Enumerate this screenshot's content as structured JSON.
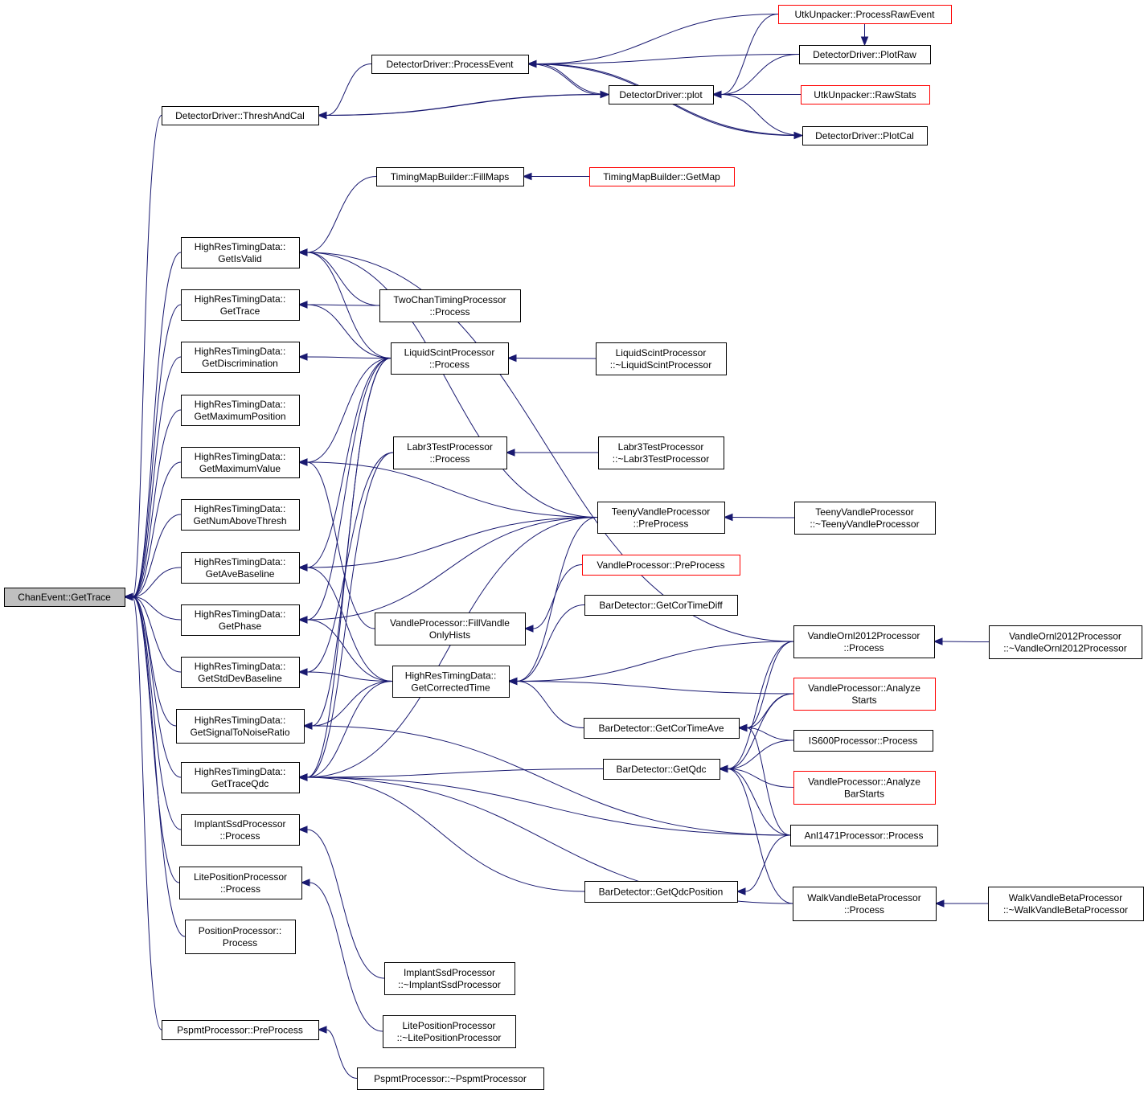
{
  "colors": {
    "edge": "#191970",
    "node_border": "#000000",
    "node_border_truncated": "#ff0000",
    "root_fill": "#bfbfbf",
    "node_fill": "#ffffff"
  },
  "nodes": [
    {
      "id": "root",
      "lines": [
        "ChanEvent::GetTrace"
      ],
      "style": "root"
    },
    {
      "id": "tac",
      "lines": [
        "DetectorDriver::ThreshAndCal"
      ],
      "style": "normal"
    },
    {
      "id": "pe",
      "lines": [
        "DetectorDriver::ProcessEvent"
      ],
      "style": "normal"
    },
    {
      "id": "plot",
      "lines": [
        "DetectorDriver::plot"
      ],
      "style": "normal"
    },
    {
      "id": "plotraw",
      "lines": [
        "DetectorDriver::PlotRaw"
      ],
      "style": "normal"
    },
    {
      "id": "plotcal",
      "lines": [
        "DetectorDriver::PlotCal"
      ],
      "style": "normal"
    },
    {
      "id": "utkpre",
      "lines": [
        "UtkUnpacker::ProcessRawEvent"
      ],
      "style": "truncated"
    },
    {
      "id": "utkrs",
      "lines": [
        "UtkUnpacker::RawStats"
      ],
      "style": "truncated"
    },
    {
      "id": "tmfill",
      "lines": [
        "TimingMapBuilder::FillMaps"
      ],
      "style": "normal"
    },
    {
      "id": "tmget",
      "lines": [
        "TimingMapBuilder::GetMap"
      ],
      "style": "truncated"
    },
    {
      "id": "hvalid",
      "lines": [
        "HighResTimingData::",
        "GetIsValid"
      ],
      "style": "normal"
    },
    {
      "id": "htrace",
      "lines": [
        "HighResTimingData::",
        "GetTrace"
      ],
      "style": "normal"
    },
    {
      "id": "hdisc",
      "lines": [
        "HighResTimingData::",
        "GetDiscrimination"
      ],
      "style": "normal"
    },
    {
      "id": "hmaxpos",
      "lines": [
        "HighResTimingData::",
        "GetMaximumPosition"
      ],
      "style": "normal"
    },
    {
      "id": "hmaxval",
      "lines": [
        "HighResTimingData::",
        "GetMaximumValue"
      ],
      "style": "normal"
    },
    {
      "id": "hnum",
      "lines": [
        "HighResTimingData::",
        "GetNumAboveThresh"
      ],
      "style": "normal"
    },
    {
      "id": "havebase",
      "lines": [
        "HighResTimingData::",
        "GetAveBaseline"
      ],
      "style": "normal"
    },
    {
      "id": "hphase",
      "lines": [
        "HighResTimingData::",
        "GetPhase"
      ],
      "style": "normal"
    },
    {
      "id": "hstd",
      "lines": [
        "HighResTimingData::",
        "GetStdDevBaseline"
      ],
      "style": "normal"
    },
    {
      "id": "hsnr",
      "lines": [
        "HighResTimingData::",
        "GetSignalToNoiseRatio"
      ],
      "style": "normal"
    },
    {
      "id": "hqdc",
      "lines": [
        "HighResTimingData::",
        "GetTraceQdc"
      ],
      "style": "normal"
    },
    {
      "id": "impl",
      "lines": [
        "ImplantSsdProcessor",
        "::Process"
      ],
      "style": "normal"
    },
    {
      "id": "lite",
      "lines": [
        "LitePositionProcessor",
        "::Process"
      ],
      "style": "normal"
    },
    {
      "id": "pos",
      "lines": [
        "PositionProcessor::",
        "Process"
      ],
      "style": "normal"
    },
    {
      "id": "pspmt",
      "lines": [
        "PspmtProcessor::PreProcess"
      ],
      "style": "normal"
    },
    {
      "id": "pspmtd",
      "lines": [
        "PspmtProcessor::~PspmtProcessor"
      ],
      "style": "normal"
    },
    {
      "id": "twochan",
      "lines": [
        "TwoChanTimingProcessor",
        "::Process"
      ],
      "style": "normal"
    },
    {
      "id": "liq",
      "lines": [
        "LiquidScintProcessor",
        "::Process"
      ],
      "style": "normal"
    },
    {
      "id": "liqd",
      "lines": [
        "LiquidScintProcessor",
        "::~LiquidScintProcessor"
      ],
      "style": "normal"
    },
    {
      "id": "labr",
      "lines": [
        "Labr3TestProcessor",
        "::Process"
      ],
      "style": "normal"
    },
    {
      "id": "labrd",
      "lines": [
        "Labr3TestProcessor",
        "::~Labr3TestProcessor"
      ],
      "style": "normal"
    },
    {
      "id": "teeny",
      "lines": [
        "TeenyVandleProcessor",
        "::PreProcess"
      ],
      "style": "normal"
    },
    {
      "id": "teenyd",
      "lines": [
        "TeenyVandleProcessor",
        "::~TeenyVandleProcessor"
      ],
      "style": "normal"
    },
    {
      "id": "vpre",
      "lines": [
        "VandleProcessor::PreProcess"
      ],
      "style": "truncated"
    },
    {
      "id": "vfill",
      "lines": [
        "VandleProcessor::FillVandle",
        "OnlyHists"
      ],
      "style": "normal"
    },
    {
      "id": "hcorr",
      "lines": [
        "HighResTimingData::",
        "GetCorrectedTime"
      ],
      "style": "normal"
    },
    {
      "id": "bdiff",
      "lines": [
        "BarDetector::GetCorTimeDiff"
      ],
      "style": "normal"
    },
    {
      "id": "bave",
      "lines": [
        "BarDetector::GetCorTimeAve"
      ],
      "style": "normal"
    },
    {
      "id": "bqdc",
      "lines": [
        "BarDetector::GetQdc"
      ],
      "style": "normal"
    },
    {
      "id": "bqpos",
      "lines": [
        "BarDetector::GetQdcPosition"
      ],
      "style": "normal"
    },
    {
      "id": "vorn",
      "lines": [
        "VandleOrnl2012Processor",
        "::Process"
      ],
      "style": "normal"
    },
    {
      "id": "vornd",
      "lines": [
        "VandleOrnl2012Processor",
        "::~VandleOrnl2012Processor"
      ],
      "style": "normal"
    },
    {
      "id": "vas",
      "lines": [
        "VandleProcessor::Analyze",
        "Starts"
      ],
      "style": "truncated"
    },
    {
      "id": "is600",
      "lines": [
        "IS600Processor::Process"
      ],
      "style": "normal"
    },
    {
      "id": "vabs",
      "lines": [
        "VandleProcessor::Analyze",
        "BarStarts"
      ],
      "style": "truncated"
    },
    {
      "id": "anl",
      "lines": [
        "Anl1471Processor::Process"
      ],
      "style": "normal"
    },
    {
      "id": "walk",
      "lines": [
        "WalkVandleBetaProcessor",
        "::Process"
      ],
      "style": "normal"
    },
    {
      "id": "walkd",
      "lines": [
        "WalkVandleBetaProcessor",
        "::~WalkVandleBetaProcessor"
      ],
      "style": "normal"
    },
    {
      "id": "impld",
      "lines": [
        "ImplantSsdProcessor",
        "::~ImplantSsdProcessor"
      ],
      "style": "normal"
    },
    {
      "id": "lited",
      "lines": [
        "LitePositionProcessor",
        "::~LitePositionProcessor"
      ],
      "style": "normal"
    }
  ],
  "edges": [
    [
      "root",
      "tac"
    ],
    [
      "root",
      "hvalid"
    ],
    [
      "root",
      "htrace"
    ],
    [
      "root",
      "hdisc"
    ],
    [
      "root",
      "hmaxpos"
    ],
    [
      "root",
      "hmaxval"
    ],
    [
      "root",
      "hnum"
    ],
    [
      "root",
      "havebase"
    ],
    [
      "root",
      "hphase"
    ],
    [
      "root",
      "hstd"
    ],
    [
      "root",
      "hsnr"
    ],
    [
      "root",
      "hqdc"
    ],
    [
      "root",
      "impl"
    ],
    [
      "root",
      "lite"
    ],
    [
      "root",
      "pos"
    ],
    [
      "root",
      "pspmt"
    ],
    [
      "tac",
      "pe"
    ],
    [
      "tac",
      "plot"
    ],
    [
      "pe",
      "plot"
    ],
    [
      "pe",
      "plotraw"
    ],
    [
      "pe",
      "plotcal"
    ],
    [
      "pe",
      "utkpre"
    ],
    [
      "plot",
      "pe"
    ],
    [
      "plot",
      "tac"
    ],
    [
      "plot",
      "plotraw"
    ],
    [
      "plot",
      "plotcal"
    ],
    [
      "plot",
      "utkpre"
    ],
    [
      "plot",
      "utkrs"
    ],
    [
      "plotraw",
      "utkpre"
    ],
    [
      "plotcal",
      "pe"
    ],
    [
      "tmfill",
      "tmget"
    ],
    [
      "hvalid",
      "tmfill"
    ],
    [
      "hvalid",
      "twochan"
    ],
    [
      "hvalid",
      "liq"
    ],
    [
      "hvalid",
      "teeny"
    ],
    [
      "hvalid",
      "vorn"
    ],
    [
      "htrace",
      "twochan"
    ],
    [
      "htrace",
      "liq"
    ],
    [
      "hdisc",
      "liq"
    ],
    [
      "hmaxval",
      "liq"
    ],
    [
      "hmaxval",
      "teeny"
    ],
    [
      "hmaxval",
      "vfill"
    ],
    [
      "havebase",
      "liq"
    ],
    [
      "havebase",
      "teeny"
    ],
    [
      "havebase",
      "hcorr"
    ],
    [
      "hphase",
      "liq"
    ],
    [
      "hphase",
      "teeny"
    ],
    [
      "hphase",
      "hcorr"
    ],
    [
      "hstd",
      "labr"
    ],
    [
      "hstd",
      "hcorr"
    ],
    [
      "hsnr",
      "liq"
    ],
    [
      "hsnr",
      "hcorr"
    ],
    [
      "hsnr",
      "anl"
    ],
    [
      "hqdc",
      "liq"
    ],
    [
      "hqdc",
      "labr"
    ],
    [
      "hqdc",
      "teeny"
    ],
    [
      "hqdc",
      "hcorr"
    ],
    [
      "hqdc",
      "bqdc"
    ],
    [
      "hqdc",
      "bqpos"
    ],
    [
      "hqdc",
      "walk"
    ],
    [
      "hqdc",
      "anl"
    ],
    [
      "impl",
      "impld"
    ],
    [
      "lite",
      "lited"
    ],
    [
      "pspmt",
      "pspmtd"
    ],
    [
      "liq",
      "liqd"
    ],
    [
      "labr",
      "labrd"
    ],
    [
      "teeny",
      "teenyd"
    ],
    [
      "vfill",
      "vpre"
    ],
    [
      "hcorr",
      "teeny"
    ],
    [
      "hcorr",
      "bdiff"
    ],
    [
      "hcorr",
      "bave"
    ],
    [
      "hcorr",
      "vorn"
    ],
    [
      "hcorr",
      "vas"
    ],
    [
      "bave",
      "vorn"
    ],
    [
      "bave",
      "vas"
    ],
    [
      "bave",
      "is600"
    ],
    [
      "bave",
      "anl"
    ],
    [
      "bqdc",
      "vorn"
    ],
    [
      "bqdc",
      "vas"
    ],
    [
      "bqdc",
      "is600"
    ],
    [
      "bqdc",
      "vabs"
    ],
    [
      "bqdc",
      "anl"
    ],
    [
      "bqdc",
      "walk"
    ],
    [
      "bqpos",
      "anl"
    ],
    [
      "vorn",
      "vornd"
    ],
    [
      "walk",
      "walkd"
    ]
  ]
}
